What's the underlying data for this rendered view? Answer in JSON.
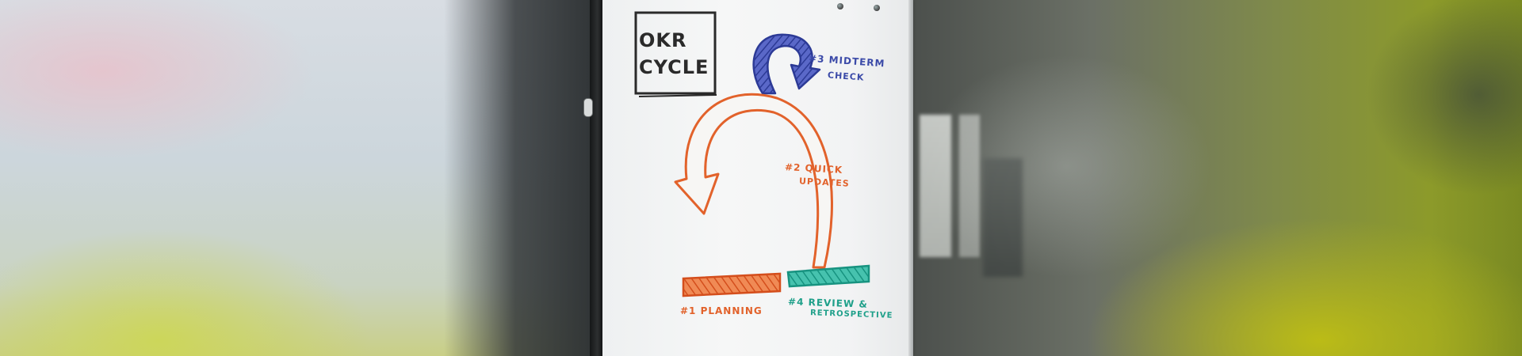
{
  "whiteboard": {
    "title_line1": "OKR",
    "title_line2": "CYCLE",
    "step3_line1": "#3 MIDTERM",
    "step3_line2": "CHECK",
    "step2_line1": "#2 QUICK",
    "step2_line2": "UPDATES",
    "step1": "#1 PLANNING",
    "step4_line1": "#4 REVIEW &",
    "step4_line2": "RETROSPECTIVE"
  },
  "colors": {
    "orange": "#e2622b",
    "teal": "#1fa08a",
    "blue": "#3b4aa8",
    "ink": "#2a2a2a"
  }
}
